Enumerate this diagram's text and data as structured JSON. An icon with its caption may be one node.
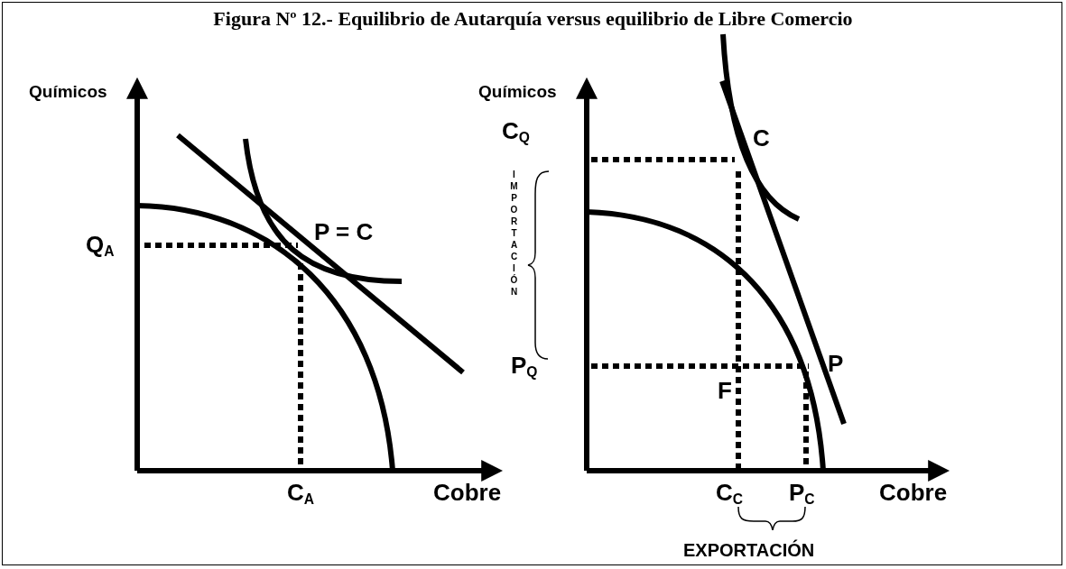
{
  "diagram": {
    "title": "Figura Nº 12.- Equilibrio de Autarquía versus equilibrio de Libre Comercio",
    "labels": [
      "Químicos",
      "Q$_{A}$",
      "P = C",
      "C$_{A}$",
      "Cobre",
      "Químicos",
      "C$_{Q}$",
      "C",
      "IMPORTACIÓN",
      "P$_{Q}$",
      "P",
      "F",
      "C$_{C}$",
      "P$_{C}$",
      "Cobre",
      "EXPORTACIÓN"
    ]
  }
}
